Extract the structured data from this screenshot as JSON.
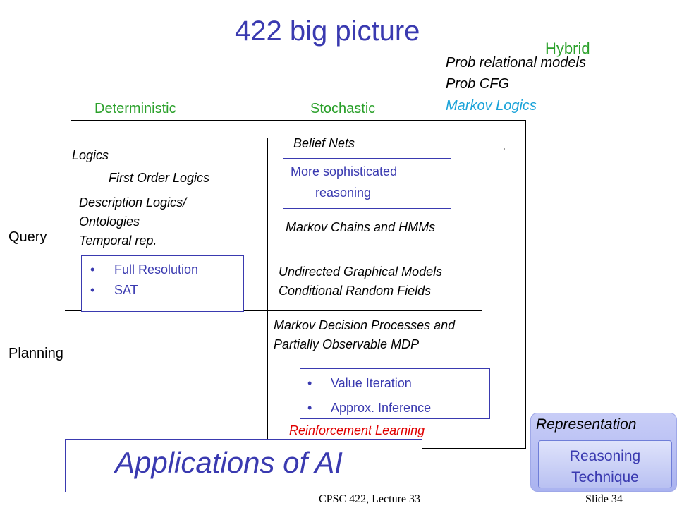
{
  "title": "422 big picture",
  "hybrid": {
    "label": "Hybrid",
    "items": [
      "Prob relational models",
      "Prob CFG"
    ],
    "highlight_item": "Markov Logics",
    "highlight_color": "#1aa3d9"
  },
  "columns": {
    "deterministic": "Deterministic",
    "stochastic": "Stochastic"
  },
  "rows": {
    "query": "Query",
    "planning": "Planning"
  },
  "deterministic": {
    "logics": "Logics",
    "first_order": "First Order Logics",
    "desc_logics": [
      "Description Logics/",
      "Ontologies",
      "Temporal rep."
    ],
    "techniques": [
      "Full Resolution",
      "SAT"
    ]
  },
  "stochastic": {
    "belief_nets": "Belief Nets",
    "sophisticated": [
      "More sophisticated",
      "reasoning"
    ],
    "markov_chains": "Markov Chains and HMMs",
    "undirected": [
      "Undirected Graphical Models",
      "Conditional Random Fields"
    ],
    "mdp": [
      "Markov Decision Processes  and",
      "Partially Observable MDP"
    ],
    "techniques": [
      "Value Iteration",
      "Approx. Inference"
    ],
    "rl": "Reinforcement Learning"
  },
  "applications": "Applications of AI",
  "legend": {
    "representation": "Representation",
    "reasoning": "Reasoning Technique"
  },
  "footer": {
    "course": "CPSC 422, Lecture 33",
    "slide": "Slide 34"
  },
  "colors": {
    "accent": "#3a3ab0",
    "green": "#2aa02a",
    "red": "#e00000"
  }
}
